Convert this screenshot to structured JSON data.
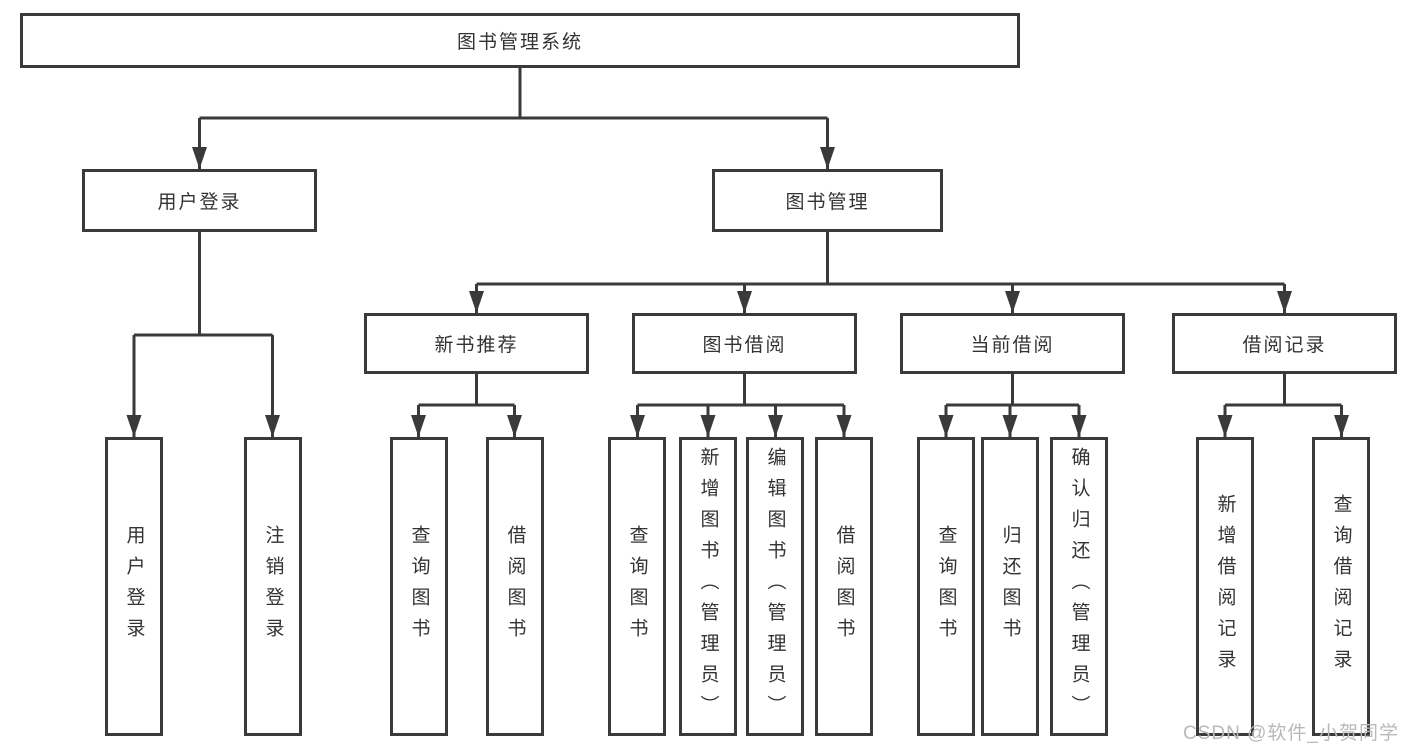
{
  "colors": {
    "line": "#3a3a3a",
    "text": "#333333",
    "watermark": "#b9b9b9",
    "background": "#ffffff"
  },
  "watermark": "CSDN @软件_小贺同学",
  "tree": {
    "root": "图书管理系统",
    "user_login": {
      "label": "用户登录",
      "children": {
        "login": "用户登录",
        "logout": "注销登录"
      }
    },
    "book_management": {
      "label": "图书管理",
      "children": {
        "new_book_recommend": {
          "label": "新书推荐",
          "children": {
            "query_book": "查询图书",
            "borrow_book": "借阅图书"
          }
        },
        "book_borrow": {
          "label": "图书借阅",
          "children": {
            "query_book": "查询图书",
            "add_book_admin": "新增图书（管理员）",
            "edit_book_admin": "编辑图书（管理员）",
            "borrow_book": "借阅图书"
          }
        },
        "current_borrow": {
          "label": "当前借阅",
          "children": {
            "query_book": "查询图书",
            "return_book": "归还图书",
            "confirm_return_admin": "确认归还（管理员）"
          }
        },
        "borrow_records": {
          "label": "借阅记录",
          "children": {
            "add_borrow_record": "新增借阅记录",
            "query_borrow_record": "查询借阅记录"
          }
        }
      }
    }
  }
}
